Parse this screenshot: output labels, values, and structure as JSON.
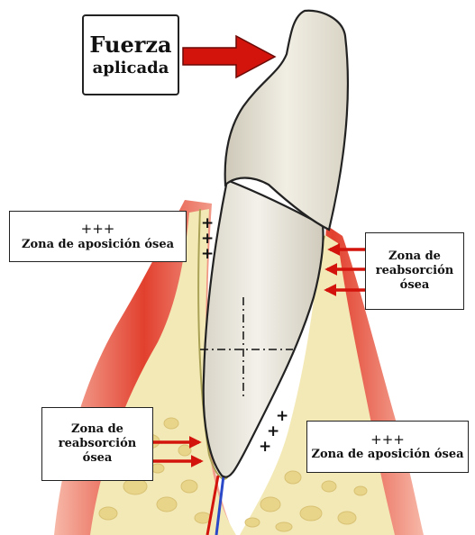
{
  "force_label": {
    "line1": "Fuerza",
    "line2": "aplicada"
  },
  "apposition_upper": {
    "plus": "+++",
    "text": "Zona de aposición ósea"
  },
  "resorption_upper": {
    "line1": "Zona de",
    "line2": "reabsorción",
    "line3": "ósea"
  },
  "resorption_lower": {
    "line1": "Zona de",
    "line2": "reabsorción",
    "line3": "ósea"
  },
  "apposition_lower": {
    "plus": "+++",
    "text": "Zona de aposición ósea"
  },
  "plus_marks": {
    "upper_left": "+",
    "lower_right": "+"
  },
  "colors": {
    "gum": "#e2402e",
    "bone": "#f3e9b6",
    "bone_cells": "#e8d58a",
    "tooth": "#ece9df",
    "tooth_shadow": "#c9c4b4",
    "arrow": "#d3140d",
    "ligament": "#a9a256"
  }
}
